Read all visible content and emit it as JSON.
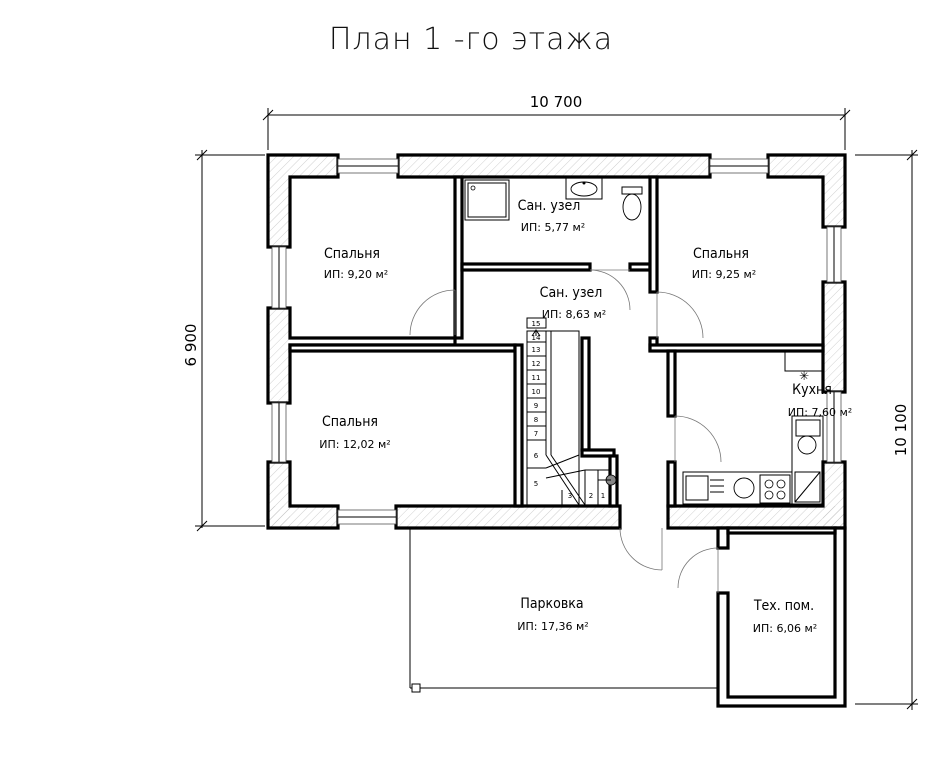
{
  "title": "План 1 -го этажа",
  "dimensions": {
    "top": "10 700",
    "left": "6 900",
    "right": "10 100"
  },
  "rooms": [
    {
      "id": "bedroom-1",
      "name": "Спальня",
      "area": "ИП: 9,20 м²"
    },
    {
      "id": "bathroom-1",
      "name": "Сан. узел",
      "area": "ИП: 5,77 м²"
    },
    {
      "id": "bathroom-2",
      "name": "Сан. узел",
      "area": "ИП: 8,63 м²"
    },
    {
      "id": "bedroom-2",
      "name": "Спальня",
      "area": "ИП: 9,25 м²"
    },
    {
      "id": "bedroom-3",
      "name": "Спальня",
      "area": "ИП: 12,02 м²"
    },
    {
      "id": "kitchen",
      "name": "Кухня",
      "area": "ИП: 7,60 м²"
    },
    {
      "id": "parking",
      "name": "Парковка",
      "area": "ИП: 17,36 м²"
    },
    {
      "id": "tech-room",
      "name": "Тех. пом.",
      "area": "ИП: 6,06 м²"
    }
  ],
  "stairs": [
    "15",
    "14",
    "13",
    "12",
    "11",
    "10",
    "9",
    "8",
    "7",
    "6",
    "5",
    "3",
    "2",
    "1"
  ]
}
